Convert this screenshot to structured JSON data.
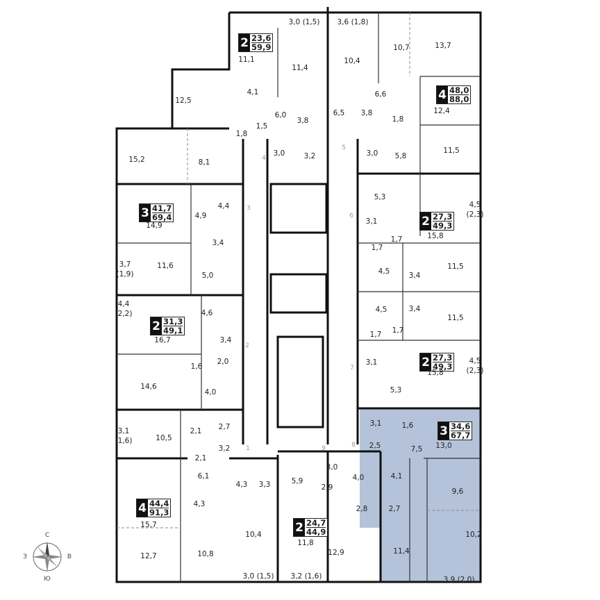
{
  "highlight_color": "#b4c3d9",
  "apartments": [
    {
      "rooms": "2",
      "living": "23,6",
      "total": "59,9"
    },
    {
      "rooms": "4",
      "living": "48,0",
      "total": "88,0"
    },
    {
      "rooms": "3",
      "living": "41,7",
      "total": "69,4"
    },
    {
      "rooms": "2",
      "living": "31,3",
      "total": "49,1"
    },
    {
      "rooms": "2",
      "living": "27,3",
      "total": "49,3"
    },
    {
      "rooms": "2",
      "living": "27,3",
      "total": "49,3"
    },
    {
      "rooms": "3",
      "living": "34,6",
      "total": "67,7",
      "highlighted": true
    },
    {
      "rooms": "4",
      "living": "44,4",
      "total": "91,3"
    },
    {
      "rooms": "2",
      "living": "24,7",
      "total": "44,9"
    }
  ],
  "rooms": [
    "11,1",
    "3,0 (1,5)",
    "3,6 (1,8)",
    "11,4",
    "10,4",
    "10,7",
    "13,7",
    "12,4",
    "12,5",
    "4,1",
    "6,0",
    "3,8",
    "1,5",
    "1,8",
    "6,5",
    "3,8",
    "6,6",
    "1,8",
    "3,0",
    "5,8",
    "11,5",
    "3,0",
    "3,2",
    "15,2",
    "8,1",
    "14,9",
    "4,4",
    "4,9",
    "3,4",
    "3,7\n(1,9)",
    "11,6",
    "5,0",
    "4,6",
    "16,7",
    "4,4\n(2,2)",
    "3,4",
    "1,6",
    "2,0",
    "14,6",
    "4,0",
    "3,1\n(1,6)",
    "10,5",
    "2,1",
    "2,7",
    "3,2",
    "2,1",
    "6,1",
    "15,7",
    "4,3",
    "4,3",
    "3,3",
    "10,4",
    "12,7",
    "10,8",
    "3,0 (1,5)",
    "3,2 (1,6)",
    "3,0",
    "4,0",
    "5,9",
    "2,9",
    "2,8",
    "11,8",
    "12,9",
    "5,3",
    "15,8",
    "4,5\n(2,3)",
    "3,1",
    "1,7",
    "1,7",
    "4,5",
    "3,4",
    "11,5",
    "4,5",
    "3,4",
    "11,5",
    "1,7",
    "1,7",
    "15,8",
    "3,1",
    "4,5\n(2,3)",
    "5,3",
    "3,1",
    "1,6",
    "13,0",
    "2,5",
    "7,5",
    "4,1",
    "9,6",
    "2,7",
    "10,2",
    "11,4",
    "3,9 (2,0)"
  ],
  "entrances": [
    "1",
    "2",
    "3",
    "4",
    "5",
    "6",
    "7",
    "8",
    "9"
  ],
  "compass": {
    "north": "С",
    "west": "З",
    "east": "В",
    "south": "Ю"
  }
}
